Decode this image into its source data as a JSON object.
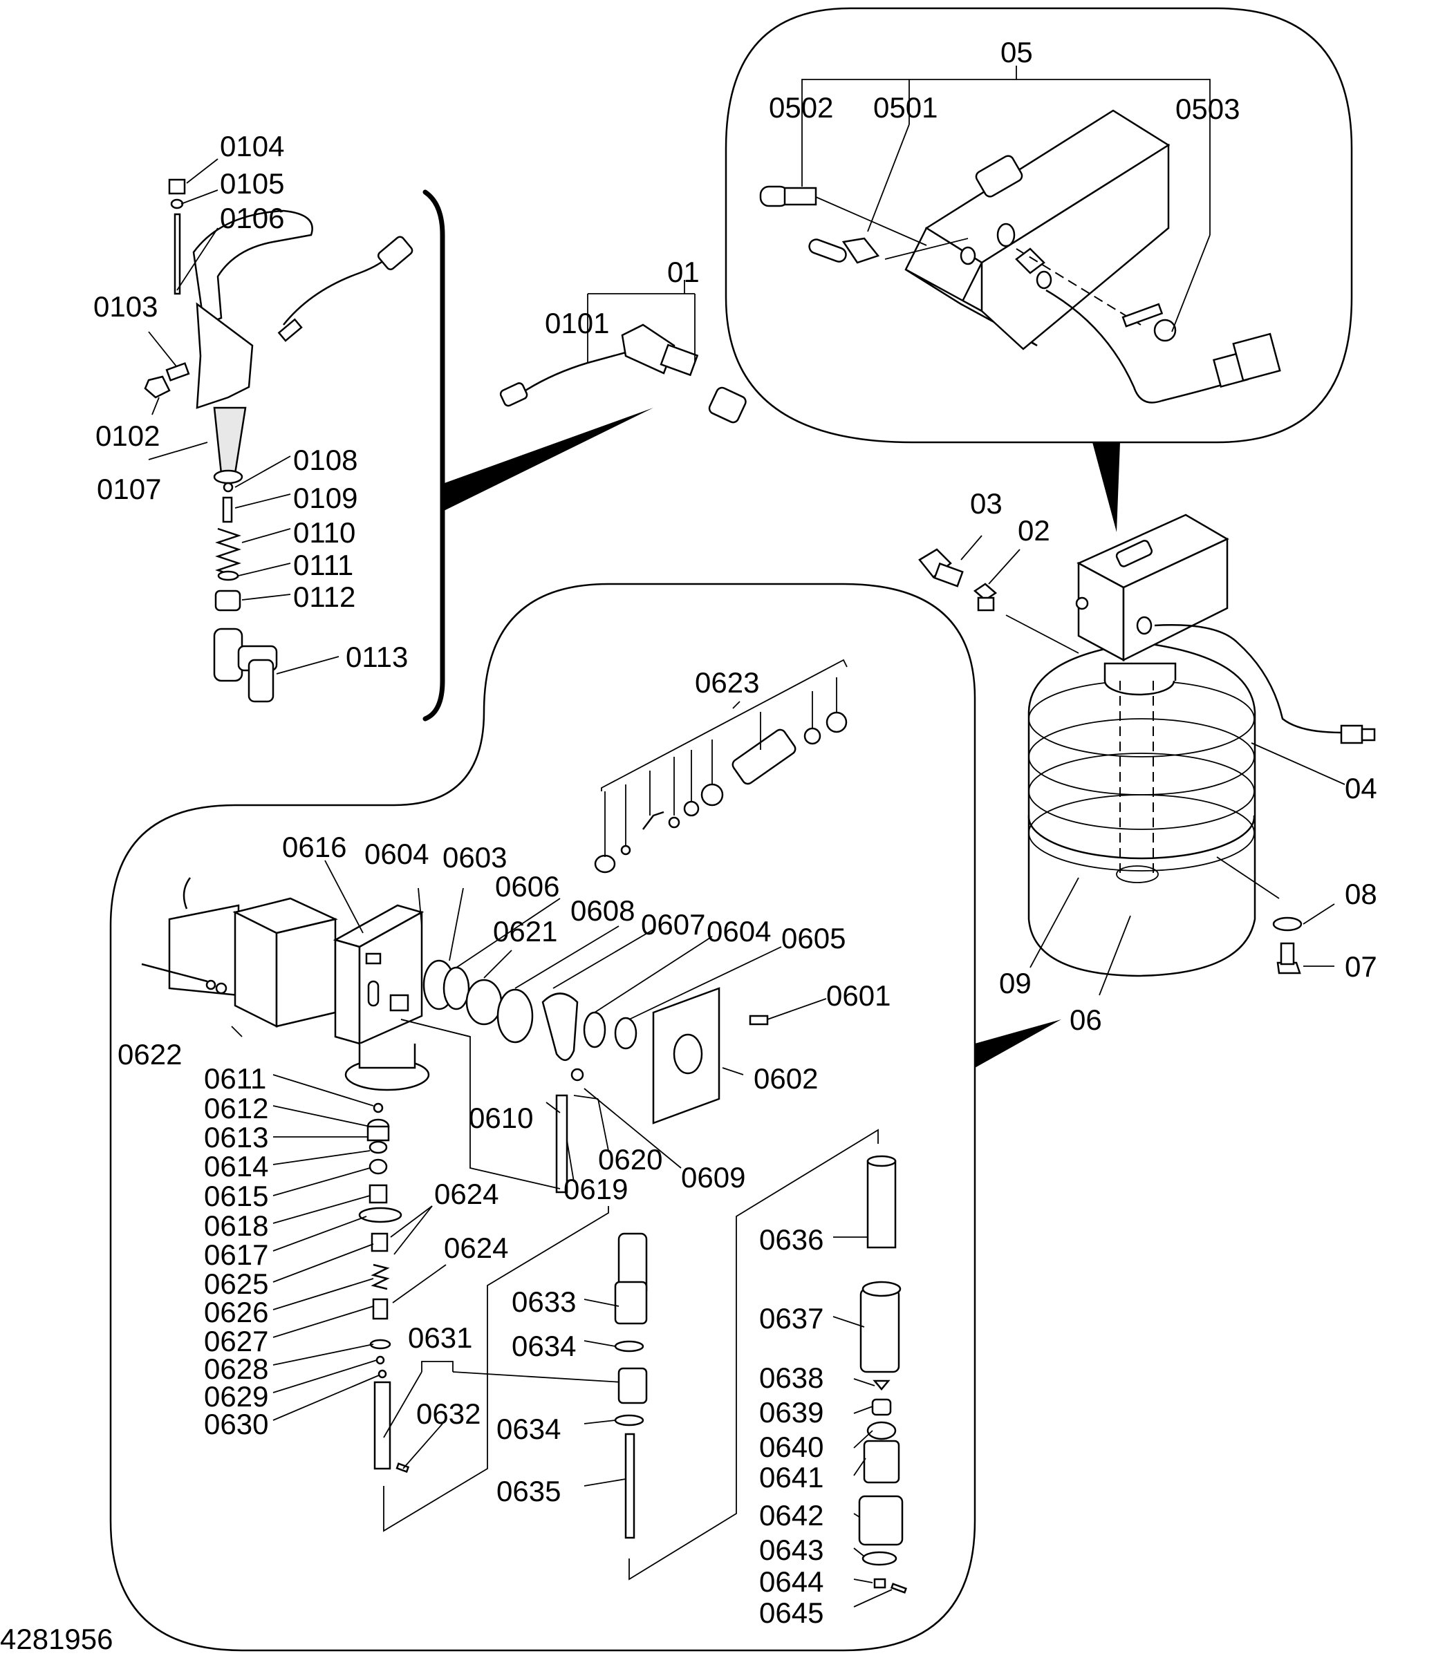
{
  "drawing_number": "4281956",
  "labels": {
    "l0104": "0104",
    "l0105": "0105",
    "l0106": "0106",
    "l0103": "0103",
    "l0102": "0102",
    "l0107": "0107",
    "l0108": "0108",
    "l0109": "0109",
    "l0110": "0110",
    "l0111": "0111",
    "l0112": "0112",
    "l0113": "0113",
    "l01": "01",
    "l0101": "0101",
    "l05": "05",
    "l0502": "0502",
    "l0501": "0501",
    "l0503": "0503",
    "l03": "03",
    "l02": "02",
    "l04": "04",
    "l08": "08",
    "l07": "07",
    "l09": "09",
    "l06": "06",
    "l0623": "0623",
    "l0616": "0616",
    "l0604a": "0604",
    "l0603": "0603",
    "l0606": "0606",
    "l0608": "0608",
    "l0607": "0607",
    "l0604b": "0604",
    "l0605": "0605",
    "l0621": "0621",
    "l0601": "0601",
    "l0622": "0622",
    "l0602": "0602",
    "l0611": "0611",
    "l0612": "0612",
    "l0613": "0613",
    "l0614": "0614",
    "l0615": "0615",
    "l0618": "0618",
    "l0617": "0617",
    "l0625": "0625",
    "l0626": "0626",
    "l0627": "0627",
    "l0628": "0628",
    "l0629": "0629",
    "l0630": "0630",
    "l0610": "0610",
    "l0620": "0620",
    "l0619": "0619",
    "l0609": "0609",
    "l0624a": "0624",
    "l0624b": "0624",
    "l0631": "0631",
    "l0632": "0632",
    "l0633": "0633",
    "l0634a": "0634",
    "l0634b": "0634",
    "l0635": "0635",
    "l0636": "0636",
    "l0637": "0637",
    "l0638": "0638",
    "l0639": "0639",
    "l0640": "0640",
    "l0641": "0641",
    "l0642": "0642",
    "l0643": "0643",
    "l0644": "0644",
    "l0645": "0645"
  }
}
